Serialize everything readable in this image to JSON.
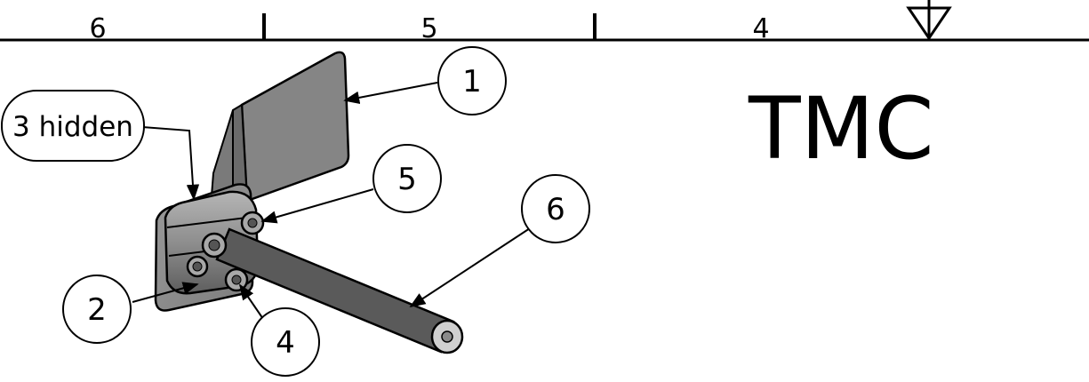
{
  "border": {
    "zones": [
      "6",
      "5",
      "4"
    ]
  },
  "title_block": {
    "company": "TMC"
  },
  "balloons": [
    {
      "id": "1",
      "text": "1"
    },
    {
      "id": "2",
      "text": "2"
    },
    {
      "id": "3",
      "text": "3 hidden"
    },
    {
      "id": "4",
      "text": "4"
    },
    {
      "id": "5",
      "text": "5"
    },
    {
      "id": "6",
      "text": "6"
    }
  ]
}
